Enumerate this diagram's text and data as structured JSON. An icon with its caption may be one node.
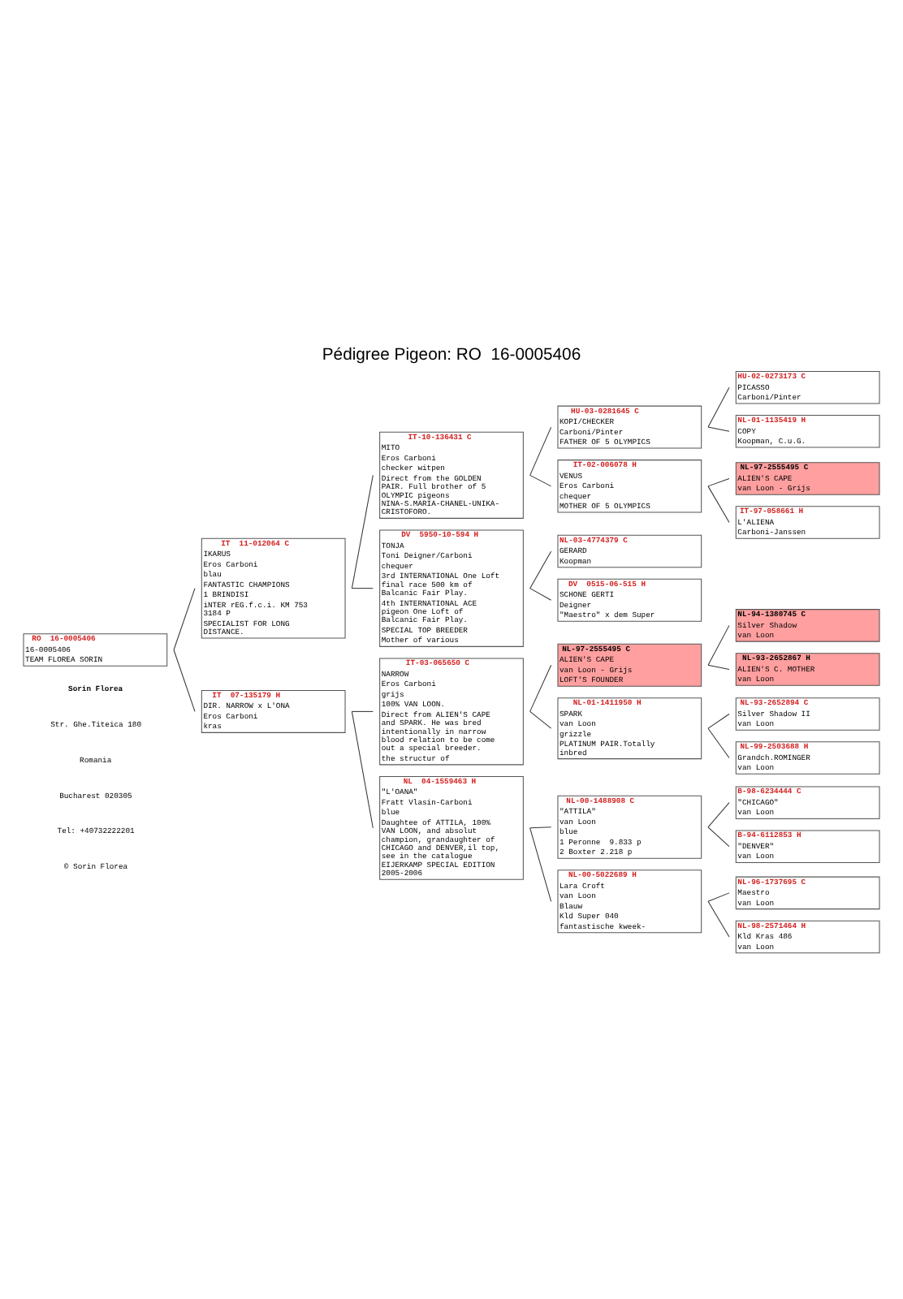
{
  "diagram": {
    "title": "Pédigree Pigeon: RO  16-0005406",
    "nodes": [
      {
        "text": [
          "RO  16-0005406",
          "16-0005406",
          "TEAM FLOREA SORIN"
        ]
      },
      {
        "text": [
          "IT  11-012064 C",
          "IKARUS",
          "Eros Carboni",
          "blau",
          "FANTASTIC CHAMPIONS",
          "1 BRINDISI",
          "iNTER rEG.f.c.i. KM 753 3184 P",
          "SPECIALIST FOR LONG DISTANCE."
        ]
      },
      {
        "text": [
          "IT-10-136431 C",
          "MITO",
          "Eros Carboni",
          "checker witpen",
          "Direct from the GOLDEN PAIR. Full brother of 5 OLYMPIC pigeons NINA-S.MARIA-CHANEL-UNIKA-CRISTOFORO."
        ]
      },
      {
        "text": [
          "HU-03-0281645 C",
          "KOPI/CHECKER",
          "Carboni/Pinter",
          "FATHER OF 5 OLYMPICS"
        ]
      },
      {
        "text": [
          "HU-02-0273173 C",
          "PICASSO",
          "Carboni/Pinter"
        ]
      },
      {
        "text": [
          "NL-01-1135419 H",
          "COPY",
          "Koopman, C.u.G."
        ]
      },
      {
        "text": [
          "IT-02-006078 H",
          "VENUS",
          "Eros Carboni",
          "chequer",
          "MOTHER OF 5 OLYMPICS"
        ]
      },
      {
        "text": [
          "NL-97-2555495 C",
          "ALIEN'S CAPE",
          "van Loon - Grijs"
        ]
      },
      {
        "text": [
          "IT-97-058661 H",
          "L'ALIENA",
          "Carboni-Janssen"
        ]
      },
      {
        "text": [
          "DV  5950-10-594 H",
          "TONJA",
          "Toni Deigner/Carboni",
          "chequer",
          "3rd INTERNATIONAL One Loft final race 500 km of Balcanic Fair Play.",
          "4th INTERNATIONAL ACE pigeon One Loft of Balcanic Fair Play.",
          "SPECIAL TOP BREEDER",
          "Mother of various"
        ]
      },
      {
        "text": [
          "NL-03-4774379 C",
          "GERARD",
          "Koopman"
        ]
      },
      {
        "text": [
          "DV  0515-06-515 H",
          "SCHONE GERTI",
          "Deigner",
          "\"Maestro\" x dem Super"
        ]
      },
      {
        "text": [
          "IT  07-135179 H",
          "DIR. NARROW x L'ONA",
          "Eros Carboni",
          "kras"
        ]
      },
      {
        "text": [
          "IT-03-065650 C",
          "NARROW",
          "Eros Carboni",
          "grijs",
          "100% VAN LOON.",
          "Direct from ALIEN'S CAPE and SPARK. He was bred intentionally in narrow blood relation to be come out a special breeder.",
          "the structur of"
        ]
      },
      {
        "text": [
          "NL-97-2555495 C",
          "ALIEN'S CAPE",
          "van Loon - Grijs",
          "LOFT'S FOUNDER"
        ]
      },
      {
        "text": [
          "NL-94-1380745 C",
          "Silver Shadow",
          "van Loon"
        ]
      },
      {
        "text": [
          "NL-93-2652867 H",
          "ALIEN'S C. MOTHER",
          "van Loon"
        ]
      },
      {
        "text": [
          "NL-01-1411950 H",
          "SPARK",
          "van Loon",
          "grizzle",
          "PLATINUM PAIR.Totally inbred"
        ]
      },
      {
        "text": [
          "NL-93-2652894 C",
          "Silver Shadow II",
          "van Loon"
        ]
      },
      {
        "text": [
          "NL-99-2503688 H",
          "Grandch.ROMINGER",
          "van Loon"
        ]
      },
      {
        "text": [
          "NL  04-1559463 H",
          "\"L'OANA\"",
          "Fratt Vlasin-Carboni",
          "blue",
          "Daughtee of ATTILA, 100% VAN LOON, and absolut champion, grandaughter of CHICAGO and DENVER,il top, see in the catalogue EIJERKAMP SPECIAL EDITION 2005-2006"
        ]
      },
      {
        "text": [
          "NL-00-1488908 C",
          "\"ATTILA\"",
          "van Loon",
          "blue",
          "1 Peronne  9.833 p",
          "2 Boxter 2.218 p"
        ]
      },
      {
        "text": [
          "B-98-6234444 C",
          "\"CHICAGO\"",
          "van Loon"
        ]
      },
      {
        "text": [
          "B-94-6112853 H",
          "\"DENVER\"",
          "van Loon"
        ]
      },
      {
        "text": [
          "NL-00-5022689 H",
          "Lara Croft",
          "van Loon",
          "Blauw",
          "Kld Super 040",
          "fantastische kweek-"
        ]
      },
      {
        "text": [
          "NL-96-1737695 C",
          "Maestro",
          "van Loon"
        ]
      },
      {
        "text": [
          "NL-98-2571464 H",
          "Kld Kras 486",
          "van Loon"
        ]
      }
    ],
    "edges": [
      {
        "from": 0,
        "to": 1,
        "arrow": "none"
      },
      {
        "from": 0,
        "to": 12,
        "arrow": "none"
      },
      {
        "from": 1,
        "to": 2,
        "arrow": "none"
      },
      {
        "from": 1,
        "to": 9,
        "arrow": "none"
      },
      {
        "from": 2,
        "to": 3,
        "arrow": "none"
      },
      {
        "from": 2,
        "to": 6,
        "arrow": "none"
      },
      {
        "from": 3,
        "to": 4,
        "arrow": "none"
      },
      {
        "from": 3,
        "to": 5,
        "arrow": "none"
      },
      {
        "from": 6,
        "to": 7,
        "arrow": "none"
      },
      {
        "from": 6,
        "to": 8,
        "arrow": "none"
      },
      {
        "from": 9,
        "to": 10,
        "arrow": "none"
      },
      {
        "from": 9,
        "to": 11,
        "arrow": "none"
      },
      {
        "from": 12,
        "to": 13,
        "arrow": "none"
      },
      {
        "from": 12,
        "to": 20,
        "arrow": "none"
      },
      {
        "from": 13,
        "to": 14,
        "arrow": "none"
      },
      {
        "from": 13,
        "to": 17,
        "arrow": "none"
      },
      {
        "from": 14,
        "to": 15,
        "arrow": "none"
      },
      {
        "from": 14,
        "to": 16,
        "arrow": "none"
      },
      {
        "from": 17,
        "to": 18,
        "arrow": "none"
      },
      {
        "from": 17,
        "to": 19,
        "arrow": "none"
      },
      {
        "from": 20,
        "to": 21,
        "arrow": "none"
      },
      {
        "from": 20,
        "to": 24,
        "arrow": "none"
      },
      {
        "from": 21,
        "to": 22,
        "arrow": "none"
      },
      {
        "from": 21,
        "to": 23,
        "arrow": "none"
      },
      {
        "from": 24,
        "to": 25,
        "arrow": "none"
      },
      {
        "from": 24,
        "to": 26,
        "arrow": "none"
      }
    ],
    "labels": [
      "Sorin Florea",
      "Str. Ghe.Titeica 180",
      "Romania",
      "Bucharest 020305",
      "Tel: +40732222201",
      "© Sorin Florea"
    ]
  }
}
